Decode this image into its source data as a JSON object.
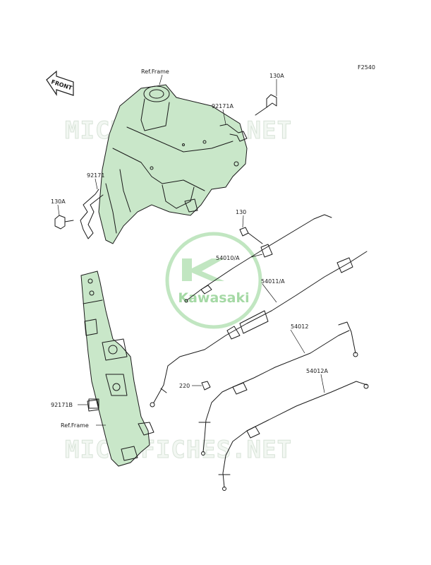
{
  "diagram": {
    "code": "F2540",
    "front_label": "FRONT",
    "watermark_top": "MICROFICHES.NET",
    "watermark_bottom": "MICROFICHES.NET",
    "logo_text": "Kawasaki",
    "colors": {
      "accent": "#c9e7c9",
      "line": "#1a1a1a",
      "logo": "#8fd08f"
    },
    "callouts": {
      "ref_frame_top": "Ref.Frame",
      "bolt_130a_top": "130A",
      "clamp_92171a": "92171A",
      "clamp_92171": "92171",
      "bolt_130a_left": "130A",
      "bolt_130": "130",
      "cable_54010a": "54010/A",
      "cable_54011a": "54011/A",
      "cable_54012": "54012",
      "bolt_220": "220",
      "cable_54012a": "54012A",
      "clamp_92171b": "92171B",
      "ref_frame_bottom": "Ref.Frame"
    }
  }
}
